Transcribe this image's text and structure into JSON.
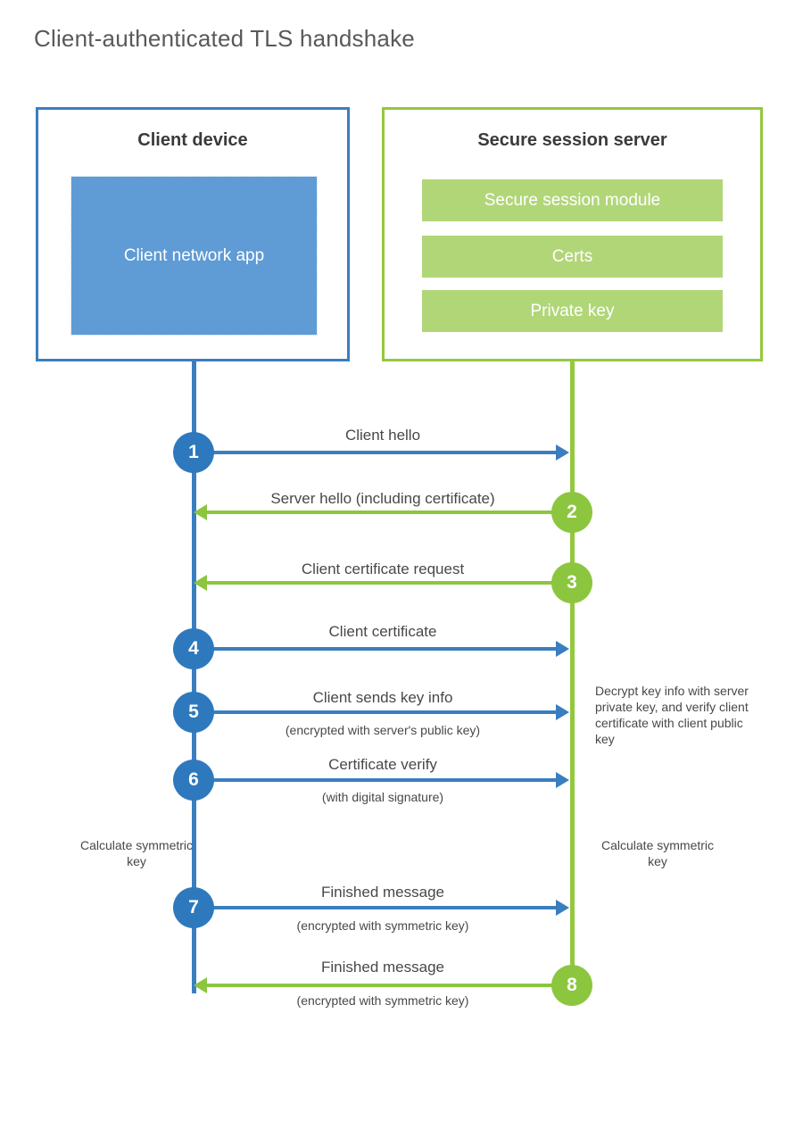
{
  "title": "Client-authenticated TLS handshake",
  "colors": {
    "blue_border": "#3a7ec0",
    "blue_fill": "#5f9bd5",
    "blue_badge": "#2e79bd",
    "green_border": "#93c83e",
    "green_fill": "#b1d678",
    "green_badge": "#8cc63f",
    "text": "#484848",
    "title_text": "#595959"
  },
  "participants": {
    "client": {
      "title": "Client device",
      "inner_block": "Client network app"
    },
    "server": {
      "title": "Secure session server",
      "bars": [
        "Secure session module",
        "Certs",
        "Private key"
      ]
    }
  },
  "messages": [
    {
      "step": "1",
      "label": "Client hello",
      "sublabel": "",
      "direction": "client-to-server",
      "color": "blue"
    },
    {
      "step": "2",
      "label": "Server hello (including certificate)",
      "sublabel": "",
      "direction": "server-to-client",
      "color": "green"
    },
    {
      "step": "3",
      "label": "Client certificate request",
      "sublabel": "",
      "direction": "server-to-client",
      "color": "green"
    },
    {
      "step": "4",
      "label": "Client certificate",
      "sublabel": "",
      "direction": "client-to-server",
      "color": "blue"
    },
    {
      "step": "5",
      "label": "Client sends key info",
      "sublabel": "(encrypted with server's public key)",
      "direction": "client-to-server",
      "color": "blue"
    },
    {
      "step": "6",
      "label": "Certificate verify",
      "sublabel": "(with digital signature)",
      "direction": "client-to-server",
      "color": "blue"
    },
    {
      "step": "7",
      "label": "Finished message",
      "sublabel": "(encrypted with symmetric key)",
      "direction": "client-to-server",
      "color": "blue"
    },
    {
      "step": "8",
      "label": "Finished message",
      "sublabel": "(encrypted with symmetric key)",
      "direction": "server-to-client",
      "color": "green"
    }
  ],
  "notes": {
    "server_decrypt": "Decrypt key info with server private key, and verify client certificate with client public key",
    "client_calculate": "Calculate symmetric key",
    "server_calculate": "Calculate symmetric key"
  }
}
